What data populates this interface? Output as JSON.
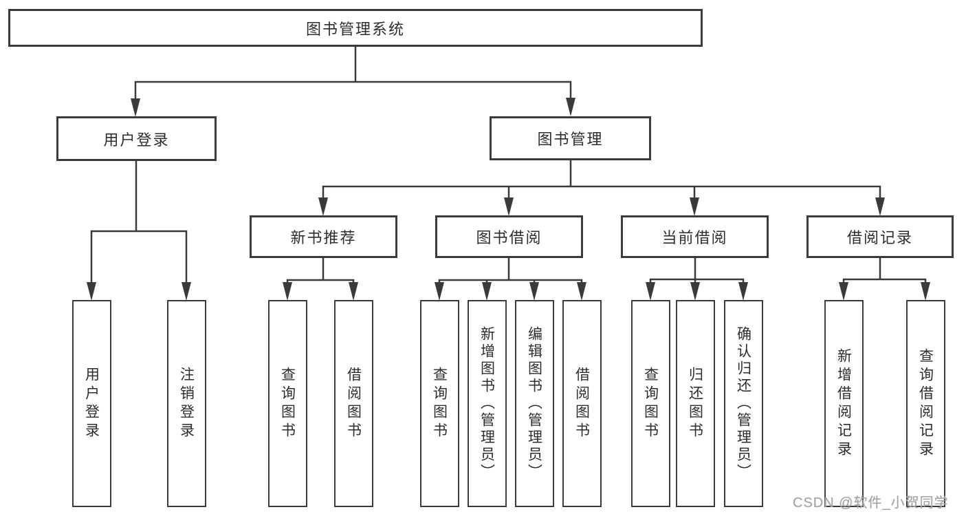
{
  "diagram_title": "图书管理系统",
  "tree": {
    "label": "图书管理系统",
    "children": [
      {
        "label": "用户登录",
        "children": [
          {
            "label": "用户登录"
          },
          {
            "label": "注销登录"
          }
        ]
      },
      {
        "label": "图书管理",
        "children": [
          {
            "label": "新书推荐",
            "children": [
              {
                "label": "查询图书"
              },
              {
                "label": "借阅图书"
              }
            ]
          },
          {
            "label": "图书借阅",
            "children": [
              {
                "label": "查询图书"
              },
              {
                "label": "新增图书（管理员）"
              },
              {
                "label": "编辑图书（管理员）"
              },
              {
                "label": "借阅图书"
              }
            ]
          },
          {
            "label": "当前借阅",
            "children": [
              {
                "label": "查询图书"
              },
              {
                "label": "归还图书"
              },
              {
                "label": "确认归还（管理员）"
              }
            ]
          },
          {
            "label": "借阅记录",
            "children": [
              {
                "label": "新增借阅记录"
              },
              {
                "label": "查询借阅记录"
              }
            ]
          }
        ]
      }
    ]
  },
  "watermark": "CSDN @软件_小贺同学",
  "colors": {
    "line": "#3a3a3a",
    "text": "#2d2d2d",
    "background": "#ffffff",
    "watermark": "#a3a3a3"
  }
}
